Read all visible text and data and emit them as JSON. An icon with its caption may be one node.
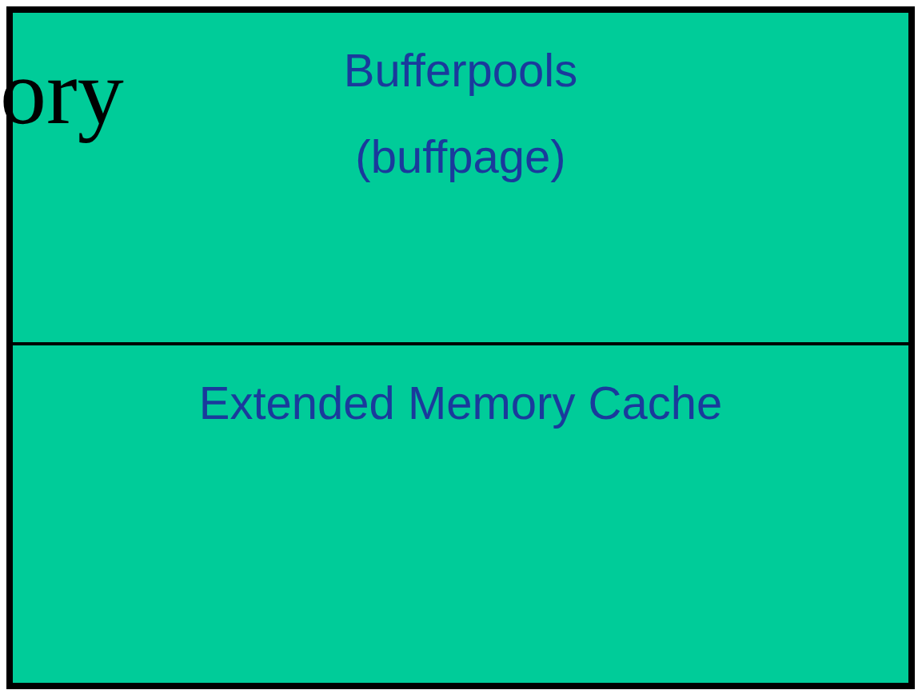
{
  "diagram": {
    "nodes": [
      {
        "text": [
          "Bufferpools (buffpage)"
        ]
      },
      {
        "text": [
          "Extended Memory Cache"
        ]
      }
    ],
    "labels": [
      "ory"
    ]
  }
}
